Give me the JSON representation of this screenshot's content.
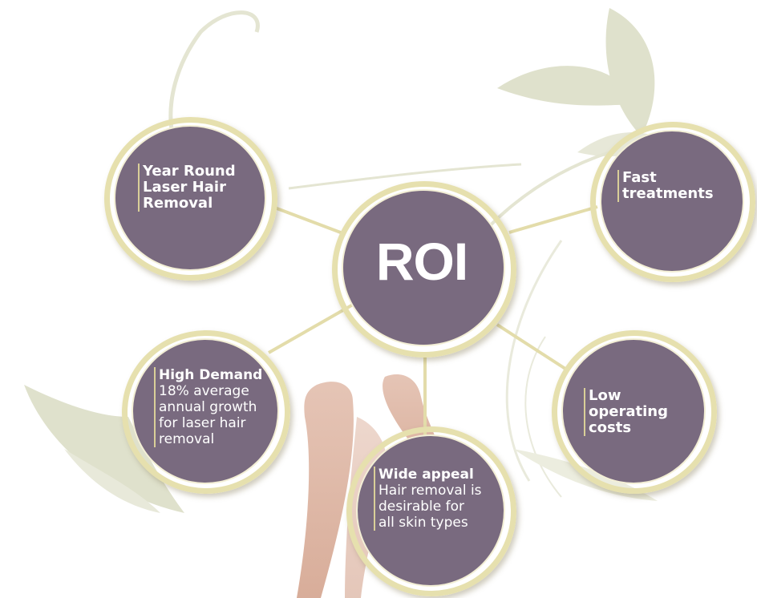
{
  "diagram": {
    "center": {
      "label": "ROI"
    },
    "nodes": [
      {
        "id": "year-round",
        "title": "Year Round Laser Hair Removal",
        "lines": [
          "Year Round",
          "Laser Hair",
          "Removal"
        ],
        "body": []
      },
      {
        "id": "fast-treatments",
        "title": "Fast treatments",
        "lines": [
          "Fast",
          "treatments"
        ],
        "body": []
      },
      {
        "id": "high-demand",
        "title": "High Demand",
        "lines": [
          "High Demand"
        ],
        "body": [
          "18% average",
          "annual growth",
          "for laser hair",
          "removal"
        ]
      },
      {
        "id": "low-operating-costs",
        "title": "Low operating costs",
        "lines": [
          "Low",
          "operating",
          "costs"
        ],
        "body": []
      },
      {
        "id": "wide-appeal",
        "title": "Wide appeal",
        "lines": [
          "Wide appeal"
        ],
        "body": [
          "Hair removal is",
          "desirable for",
          "all skin types"
        ]
      }
    ],
    "colors": {
      "node_fill": "#796a7f",
      "ring": "#e6e0ae",
      "connector": "#e3dcaa",
      "leaf_decor": "#dfe1cc",
      "text": "#ffffff"
    }
  }
}
